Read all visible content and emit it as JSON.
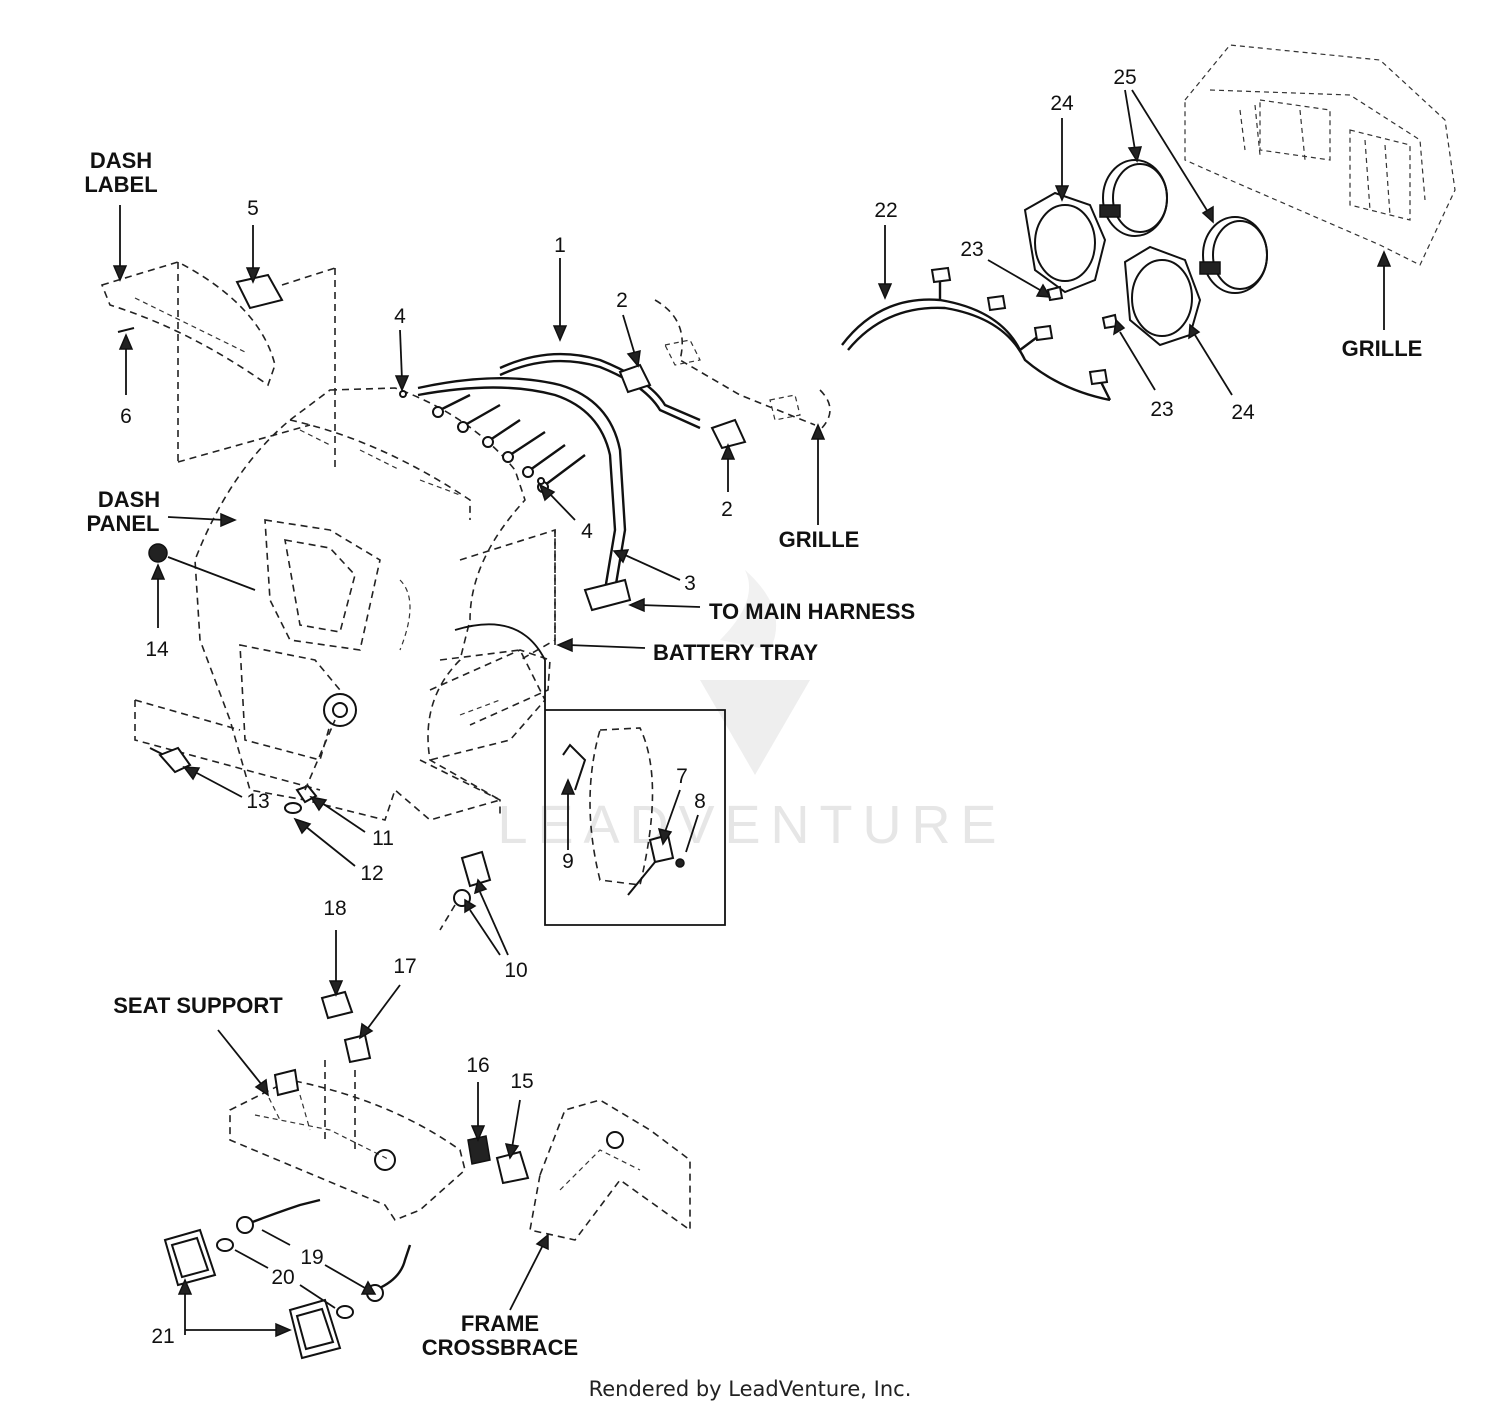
{
  "callouts": {
    "n1": "1",
    "n2a": "2",
    "n2b": "2",
    "n3": "3",
    "n4a": "4",
    "n4b": "4",
    "n5": "5",
    "n6": "6",
    "n7": "7",
    "n8": "8",
    "n9": "9",
    "n10": "10",
    "n11": "11",
    "n12": "12",
    "n13": "13",
    "n14": "14",
    "n15": "15",
    "n16": "16",
    "n17": "17",
    "n18": "18",
    "n19": "19",
    "n20": "20",
    "n21": "21",
    "n22": "22",
    "n23a": "23",
    "n23b": "23",
    "n24a": "24",
    "n24b": "24",
    "n25": "25"
  },
  "labels": {
    "dash_label_1": "DASH",
    "dash_label_2": "LABEL",
    "dash_panel_1": "DASH",
    "dash_panel_2": "PANEL",
    "grille_center": "GRILLE",
    "grille_right": "GRILLE",
    "to_main_harness": "TO MAIN HARNESS",
    "battery_tray": "BATTERY TRAY",
    "seat_support": "SEAT SUPPORT",
    "frame_crossbrace_1": "FRAME",
    "frame_crossbrace_2": "CROSSBRACE"
  },
  "watermark": {
    "brand": "LEADVENTURE"
  },
  "footer": {
    "credit": "Rendered by LeadVenture, Inc."
  }
}
